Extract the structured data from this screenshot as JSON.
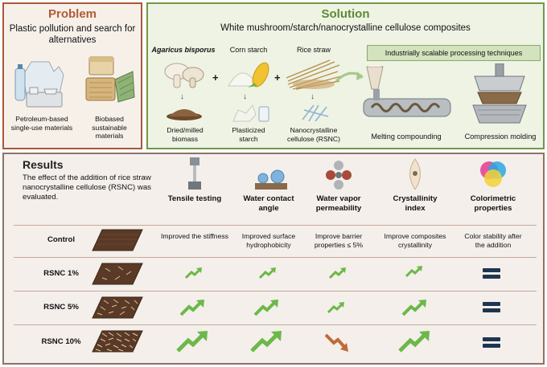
{
  "problem": {
    "title": "Problem",
    "subtitle": "Plastic pollution and search for alternatives",
    "left_caption": "Petroleum-based single-use materials",
    "right_caption": "Biobased sustainable materials"
  },
  "solution": {
    "title": "Solution",
    "subtitle": "White mushroom/starch/nanocrystalline cellulose composites",
    "ingredients": [
      {
        "name": "Agaricus bisporus",
        "product": "Dried/milled biomass"
      },
      {
        "name": "Corn starch",
        "product": "Plasticized starch"
      },
      {
        "name": "Rice straw",
        "product": "Nanocrystalline cellulose (RSNC)"
      }
    ],
    "plus": "+",
    "processing_title": "Industrially scalable processing techniques",
    "processes": [
      "Melting compounding",
      "Compression molding"
    ]
  },
  "results": {
    "title": "Results",
    "description": "The effect of the addition of rice straw nanocrystalline cellulose (RSNC) was evaluated.",
    "columns": [
      "Tensile testing",
      "Water contact angle",
      "Water vapor permeability",
      "Crystallinity index",
      "Colorimetric properties"
    ],
    "rows": [
      {
        "label": "Control",
        "cells": [
          "Improved the stiffness",
          "Improved surface hydrophobicity",
          "Improve barrier properties ≤ 5%",
          "Improve composites crystallinity",
          "Color stability after the addition"
        ]
      },
      {
        "label": "RSNC 1%",
        "cells": [
          "up-small",
          "up-small",
          "up-small",
          "up-small",
          "equal"
        ]
      },
      {
        "label": "RSNC 5%",
        "cells": [
          "up-medium",
          "up-medium",
          "up-small",
          "up-medium",
          "equal"
        ]
      },
      {
        "label": "RSNC 10%",
        "cells": [
          "up-large",
          "up-large",
          "down",
          "up-large",
          "equal"
        ]
      }
    ]
  },
  "colors": {
    "problem_border": "#a9583a",
    "solution_border": "#6f9a4a",
    "results_border": "#8b7466",
    "up_arrow": "#6cb84a",
    "down_arrow": "#c06a3a",
    "equal_sign": "#1f3550"
  }
}
